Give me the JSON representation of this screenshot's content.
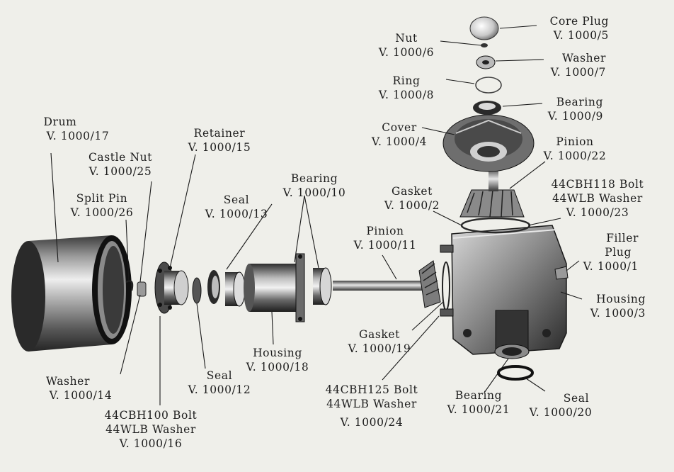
{
  "labels": {
    "core_plug": {
      "name": "Core Plug",
      "code": "V. 1000/5"
    },
    "nut": {
      "name": "Nut",
      "code": "V. 1000/6"
    },
    "washer_7": {
      "name": "Washer",
      "code": "V. 1000/7"
    },
    "ring": {
      "name": "Ring",
      "code": "V. 1000/8"
    },
    "bearing_9": {
      "name": "Bearing",
      "code": "V. 1000/9"
    },
    "cover": {
      "name": "Cover",
      "code": "V. 1000/4"
    },
    "pinion_22": {
      "name": "Pinion",
      "code": "V. 1000/22"
    },
    "bolt_23": {
      "bolt": "44CBH118 Bolt",
      "washer": "44WLB Washer",
      "code": "V. 1000/23"
    },
    "gasket_2": {
      "name": "Gasket",
      "code": "V. 1000/2"
    },
    "filler_plug": {
      "name1": "Filler",
      "name2": "Plug",
      "code": "V. 1000/1"
    },
    "housing_3": {
      "name": "Housing",
      "code": "V. 1000/3"
    },
    "pinion_11": {
      "name": "Pinion",
      "code": "V. 1000/11"
    },
    "bearing_10": {
      "name": "Bearing",
      "code": "V. 1000/10"
    },
    "seal_13": {
      "name": "Seal",
      "code": "V. 1000/13"
    },
    "retainer": {
      "name": "Retainer",
      "code": "V. 1000/15"
    },
    "castle_nut": {
      "name": "Castle Nut",
      "code": "V. 1000/25"
    },
    "split_pin": {
      "name": "Split Pin",
      "code": "V. 1000/26"
    },
    "drum": {
      "name": "Drum",
      "code": "V. 1000/17"
    },
    "washer_14": {
      "name": "Washer",
      "code": "V. 1000/14"
    },
    "bolt_16": {
      "bolt": "44CBH100 Bolt",
      "washer": "44WLB Washer",
      "code": "V. 1000/16"
    },
    "seal_12": {
      "name": "Seal",
      "code": "V. 1000/12"
    },
    "housing_18": {
      "name": "Housing",
      "code": "V. 1000/18"
    },
    "gasket_19": {
      "name": "Gasket",
      "code": "V. 1000/19"
    },
    "bolt_24": {
      "bolt": "44CBH125 Bolt",
      "washer": "44WLB Washer",
      "code": "V. 1000/24"
    },
    "bearing_21": {
      "name": "Bearing",
      "code": "V. 1000/21"
    },
    "seal_20": {
      "name": "Seal",
      "code": "V. 1000/20"
    }
  }
}
